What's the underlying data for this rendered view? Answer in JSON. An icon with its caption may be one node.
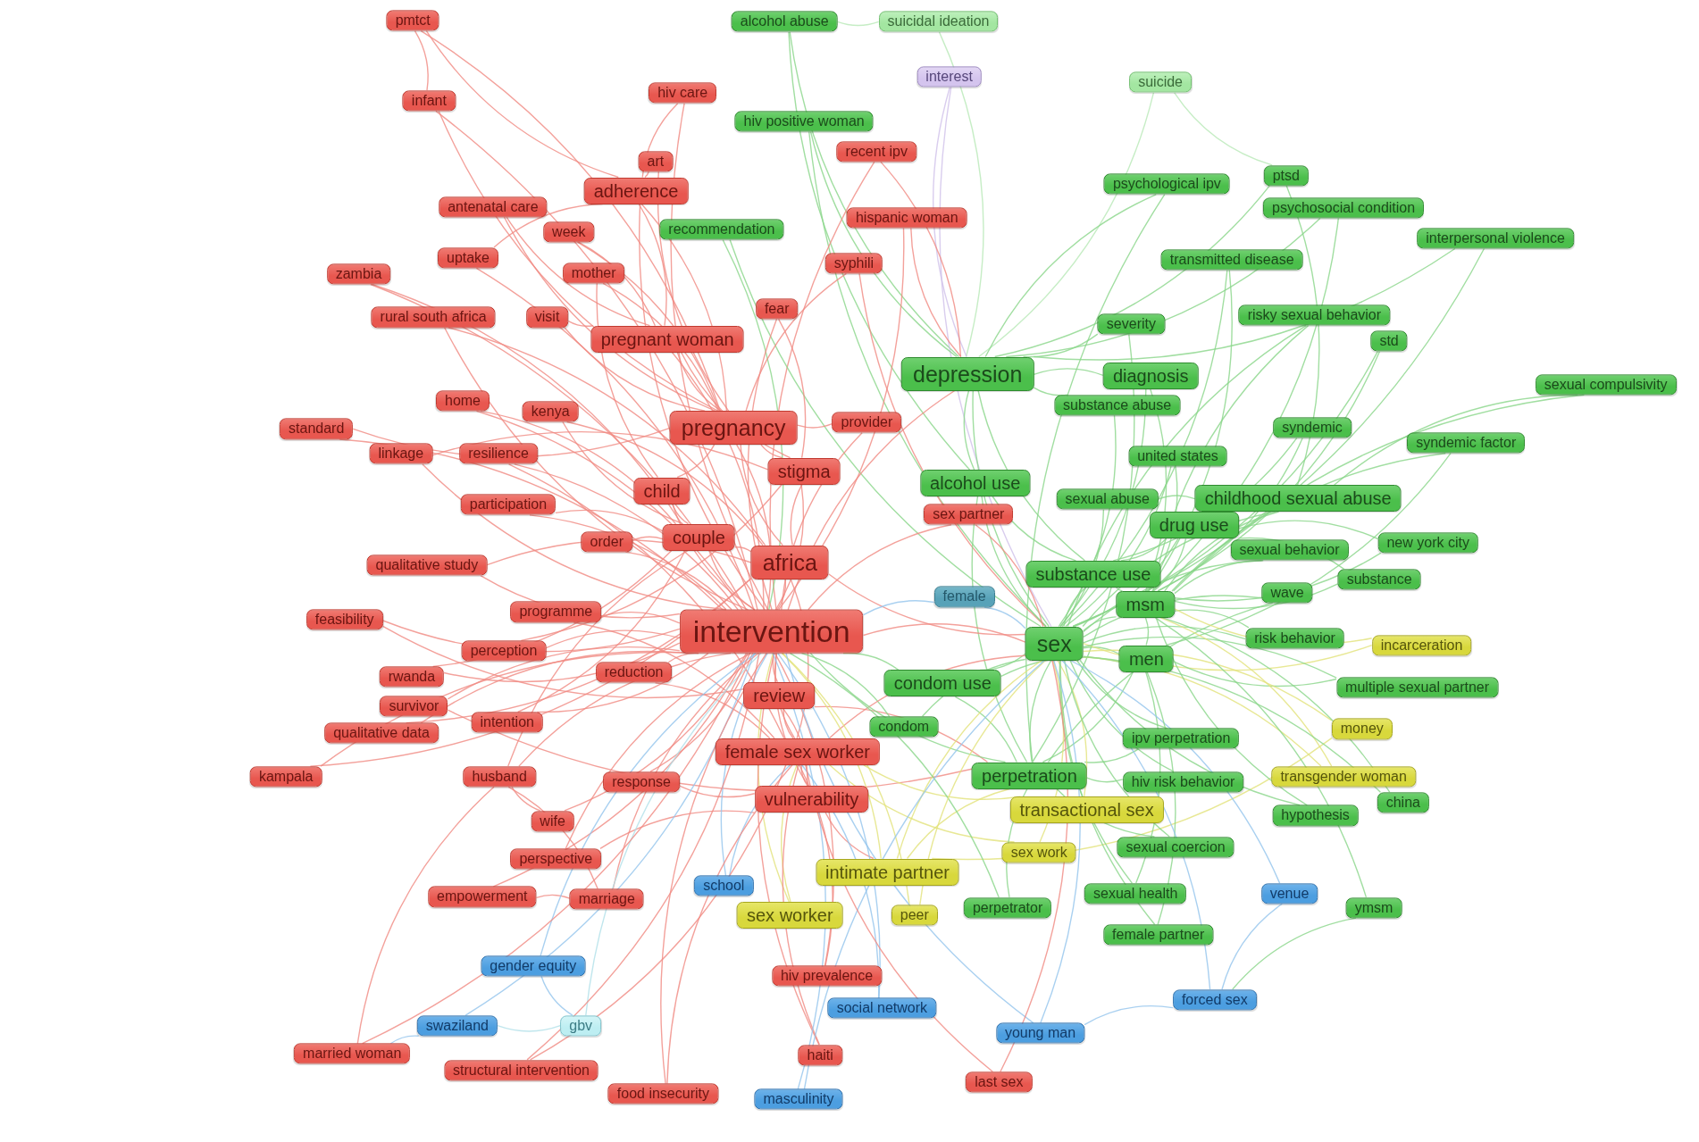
{
  "diagram": {
    "nodes": [
      {
        "text": [
          "pmtct"
        ]
      },
      {
        "text": [
          "alcohol abuse"
        ]
      },
      {
        "text": [
          "suicidal ideation"
        ]
      },
      {
        "text": [
          "infant"
        ]
      },
      {
        "text": [
          "hiv care"
        ]
      },
      {
        "text": [
          "interest"
        ]
      },
      {
        "text": [
          "suicide"
        ]
      },
      {
        "text": [
          "hiv positive woman"
        ]
      },
      {
        "text": [
          "recent ipv"
        ]
      },
      {
        "text": [
          "art"
        ]
      },
      {
        "text": [
          "adherence"
        ]
      },
      {
        "text": [
          "antenatal care"
        ]
      },
      {
        "text": [
          "ptsd"
        ]
      },
      {
        "text": [
          "psychological ipv"
        ]
      },
      {
        "text": [
          "psychosocial condition"
        ]
      },
      {
        "text": [
          "hispanic woman"
        ]
      },
      {
        "text": [
          "week"
        ]
      },
      {
        "text": [
          "recommendation"
        ]
      },
      {
        "text": [
          "interpersonal violence"
        ]
      },
      {
        "text": [
          "uptake"
        ]
      },
      {
        "text": [
          "transmitted disease"
        ]
      },
      {
        "text": [
          "syphili"
        ]
      },
      {
        "text": [
          "mother"
        ]
      },
      {
        "text": [
          "zambia"
        ]
      },
      {
        "text": [
          "rural south africa"
        ]
      },
      {
        "text": [
          "visit"
        ]
      },
      {
        "text": [
          "fear"
        ]
      },
      {
        "text": [
          "pregnant woman"
        ]
      },
      {
        "text": [
          "severity"
        ]
      },
      {
        "text": [
          "risky sexual behavior"
        ]
      },
      {
        "text": [
          "std"
        ]
      },
      {
        "text": [
          "depression"
        ]
      },
      {
        "text": [
          "diagnosis"
        ]
      },
      {
        "text": [
          "sexual compulsivity"
        ]
      },
      {
        "text": [
          "substance abuse"
        ]
      },
      {
        "text": [
          "home"
        ]
      },
      {
        "text": [
          "kenya"
        ]
      },
      {
        "text": [
          "pregnancy"
        ]
      },
      {
        "text": [
          "provider"
        ]
      },
      {
        "text": [
          "standard"
        ]
      },
      {
        "text": [
          "syndemic"
        ]
      },
      {
        "text": [
          "syndemic factor"
        ]
      },
      {
        "text": [
          "linkage"
        ]
      },
      {
        "text": [
          "resilience"
        ]
      },
      {
        "text": [
          "united states"
        ]
      },
      {
        "text": [
          "stigma"
        ]
      },
      {
        "text": [
          "child"
        ]
      },
      {
        "text": [
          "alcohol use"
        ]
      },
      {
        "text": [
          "sexual abuse"
        ]
      },
      {
        "text": [
          "childhood sexual abuse"
        ]
      },
      {
        "text": [
          "sex partner"
        ]
      },
      {
        "text": [
          "participation"
        ]
      },
      {
        "text": [
          "drug use"
        ]
      },
      {
        "text": [
          "order"
        ]
      },
      {
        "text": [
          "couple"
        ]
      },
      {
        "text": [
          "africa"
        ]
      },
      {
        "text": [
          "new york city"
        ]
      },
      {
        "text": [
          "sexual behavior"
        ]
      },
      {
        "text": [
          "qualitative study"
        ]
      },
      {
        "text": [
          "substance use"
        ]
      },
      {
        "text": [
          "substance"
        ]
      },
      {
        "text": [
          "wave"
        ]
      },
      {
        "text": [
          "female"
        ]
      },
      {
        "text": [
          "msm"
        ]
      },
      {
        "text": [
          "feasibility"
        ]
      },
      {
        "text": [
          "programme"
        ]
      },
      {
        "text": [
          "intervention"
        ]
      },
      {
        "text": [
          "sex"
        ]
      },
      {
        "text": [
          "men"
        ]
      },
      {
        "text": [
          "risk behavior"
        ]
      },
      {
        "text": [
          "incarceration"
        ]
      },
      {
        "text": [
          "perception"
        ]
      },
      {
        "text": [
          "rwanda"
        ]
      },
      {
        "text": [
          "reduction"
        ]
      },
      {
        "text": [
          "condom use"
        ]
      },
      {
        "text": [
          "multiple sexual partner"
        ]
      },
      {
        "text": [
          "review"
        ]
      },
      {
        "text": [
          "survivor"
        ]
      },
      {
        "text": [
          "intention"
        ]
      },
      {
        "text": [
          "qualitative data"
        ]
      },
      {
        "text": [
          "condom"
        ]
      },
      {
        "text": [
          "money"
        ]
      },
      {
        "text": [
          "ipv perpetration"
        ]
      },
      {
        "text": [
          "kampala"
        ]
      },
      {
        "text": [
          "female sex worker"
        ]
      },
      {
        "text": [
          "husband"
        ]
      },
      {
        "text": [
          "response"
        ]
      },
      {
        "text": [
          "perpetration"
        ]
      },
      {
        "text": [
          "hiv risk behavior"
        ]
      },
      {
        "text": [
          "transgender woman"
        ]
      },
      {
        "text": [
          "vulnerability"
        ]
      },
      {
        "text": [
          "transactional sex"
        ]
      },
      {
        "text": [
          "hypothesis"
        ]
      },
      {
        "text": [
          "china"
        ]
      },
      {
        "text": [
          "wife"
        ]
      },
      {
        "text": [
          "sex work"
        ]
      },
      {
        "text": [
          "sexual coercion"
        ]
      },
      {
        "text": [
          "perspective"
        ]
      },
      {
        "text": [
          "intimate partner"
        ]
      },
      {
        "text": [
          "school"
        ]
      },
      {
        "text": [
          "empowerment"
        ]
      },
      {
        "text": [
          "marriage"
        ]
      },
      {
        "text": [
          "sexual health"
        ]
      },
      {
        "text": [
          "venue"
        ]
      },
      {
        "text": [
          "perpetrator"
        ]
      },
      {
        "text": [
          "sex worker"
        ]
      },
      {
        "text": [
          "peer"
        ]
      },
      {
        "text": [
          "ymsm"
        ]
      },
      {
        "text": [
          "female partner"
        ]
      },
      {
        "text": [
          "gender equity"
        ]
      },
      {
        "text": [
          "hiv prevalence"
        ]
      },
      {
        "text": [
          "forced sex"
        ]
      },
      {
        "text": [
          "social network"
        ]
      },
      {
        "text": [
          "gbv"
        ]
      },
      {
        "text": [
          "swaziland"
        ]
      },
      {
        "text": [
          "young man"
        ]
      },
      {
        "text": [
          "married woman"
        ]
      },
      {
        "text": [
          "haiti"
        ]
      },
      {
        "text": [
          "structural intervention"
        ]
      },
      {
        "text": [
          "food insecurity"
        ]
      },
      {
        "text": [
          "masculinity"
        ]
      },
      {
        "text": [
          "last sex"
        ]
      }
    ]
  }
}
